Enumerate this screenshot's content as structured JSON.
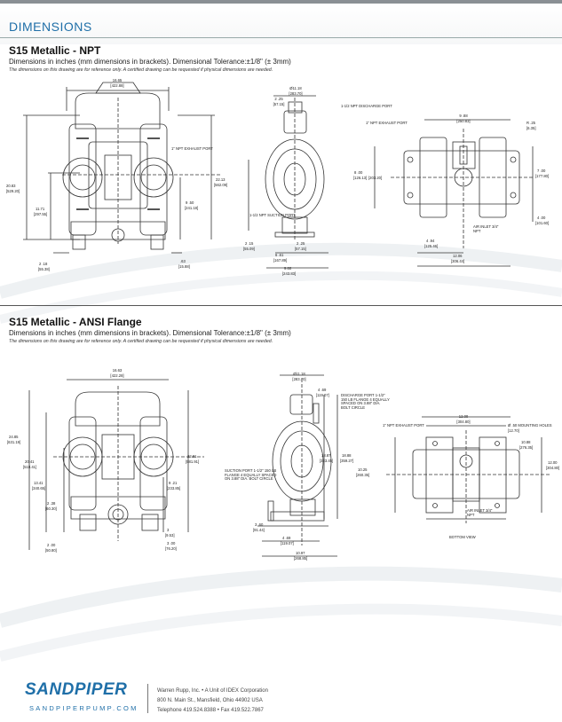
{
  "header": {
    "title": "DIMENSIONS"
  },
  "sections": [
    {
      "title": "S15 Metallic - NPT",
      "subtitle": "Dimensions in inches (mm dimensions in brackets).  Dimensional Tolerance:±1/8\" (± 3mm)",
      "note": "The dimensions on this drawing are for reference only.  A certified drawing can be requested if physical dimensions are needed."
    },
    {
      "title": "S15 Metallic - ANSI Flange",
      "subtitle": "Dimensions in inches (mm dimensions in brackets).  Dimensional Tolerance:±1/8\" (± 3mm)",
      "note": "The dimensions on this drawing are for reference only.  A certified drawing can be requested if physical dimensions are needed."
    }
  ],
  "npt_labels": {
    "front_width": "16.65",
    "front_width_mm": "[422.88]",
    "front_exhaust": "1\" NPT EXHAUST PORT",
    "front_height": "20.83",
    "front_height_mm": "[529.20]",
    "front_h2": "11.71",
    "front_h2_mm": "[297.55]",
    "front_h3": "22.13",
    "front_h3_mm": "[562.09]",
    "front_h4": "9 .50",
    "front_h4_mm": "[241.18]",
    "front_b1": "2 .18",
    "front_b1_mm": "[55.38]",
    "front_b2": ".63",
    "front_b2_mm": "[15.88]",
    "side_top": "Ø11.18",
    "side_top_mm": "[283.70]",
    "side_top2": "2 .25",
    "side_top2_mm": "[57.15]",
    "side_discharge": "1-1/2 NPT DISCHARGE PORT",
    "side_suction": "1-1/2 NPT SUCTION PORT",
    "side_b1": "2 .15",
    "side_b1_mm": "[55.09]",
    "side_b2": "2 .25",
    "side_b2_mm": "[57.15]",
    "side_b3": "6 .61",
    "side_b3_mm": "[167.89]",
    "side_b4": "9.60",
    "side_b4_mm": "[243.83]",
    "plan_exhaust": "1\" NPT EXHAUST PORT",
    "plan_w1": "9 .88",
    "plan_w1_mm": "[250.83]",
    "plan_r": "R .25",
    "plan_r_mm": "[6.35]",
    "plan_h1": "8 .00",
    "plan_h1_mm": "[203.20]",
    "plan_h0": "[126.13]",
    "plan_h2": "7 .00",
    "plan_h2_mm": "[177.80]",
    "plan_h3": "4 .00",
    "plan_h3_mm": "[101.60]",
    "plan_air": "AIR INLET 3/4\" NPT",
    "plan_b1": "4 .94",
    "plan_b1_mm": "[125.46]",
    "plan_b2": "12.06",
    "plan_b2_mm": "[306.44]"
  },
  "ansi_labels": {
    "front_width": "16.63",
    "front_width_mm": "[422.28]",
    "front_height": "24.85",
    "front_height_mm": "[631.19]",
    "front_h2": "20.41",
    "front_h2_mm": "[518.41]",
    "front_h3": "13.41",
    "front_h3_mm": "[340.65]",
    "front_h4": "22.91",
    "front_h4_mm": "[581.91]",
    "front_h5": "9 .21",
    "front_h5_mm": "[233.85]",
    "front_b1": "2 .38",
    "front_b1_mm": "[60.30]",
    "front_b2": "2 .00",
    "front_b2_mm": "[50.80]",
    "front_b3": "3 .00",
    "front_b3_mm": "[76.20]",
    "front_b4": "3",
    "front_b4_mm": "[9.53]",
    "side_top": "Ø11.18",
    "side_top_mm": "[283.70]",
    "side_top2": "4 .69",
    "side_top2_mm": "[119.07]",
    "side_discharge": "DISCHARGE PORT 1-1/2\" 150 LB FLANGE 4 EQUALLY SPACED ON 3.88\" DIA. BOLT CIRCLE",
    "side_suction": "SUCTION PORT 1-1/2\" 150 LB FLANGE 4 EQUALLY SPACED ON 3.88\" DIA. BOLT CIRCLE",
    "side_h1": "18.87",
    "side_h1_mm": "[333.45]",
    "side_h2": "18.88",
    "side_h2_mm": "[359.27]",
    "side_b1": "3 .60",
    "side_b1_mm": "[91.44]",
    "side_b2": "4 .69",
    "side_b2_mm": "[119.07]",
    "side_b3": "10.97",
    "side_b3_mm": "[268.85]",
    "plan_exhaust": "1\" NPT EXHAUST PORT",
    "plan_w1": "10.88",
    "plan_w1_mm": "[276.35]",
    "plan_w2": "12.00",
    "plan_w2_mm": "[304.80]",
    "plan_mount": "Ø .50 MOUNTING HOLES",
    "plan_mount_mm": "[12.70]",
    "plan_h1": "10.25",
    "plan_h1_mm": "[260.35]",
    "plan_h2": "12.00",
    "plan_h2_mm": "[304.80]",
    "plan_air": "AIR INLET 3/4\" NPT",
    "plan_bottom": "BOTTOM VIEW"
  },
  "footer": {
    "logo": "SANDPIPER",
    "url": "SANDPIPERPUMP.COM",
    "line1": "Warren Rupp, Inc. • A Unit of IDEX Corporation",
    "line2": "800 N. Main St., Mansfield, Ohio 44902 USA",
    "line3": "Telephone 419.524.8388 • Fax 419.522.7867"
  }
}
